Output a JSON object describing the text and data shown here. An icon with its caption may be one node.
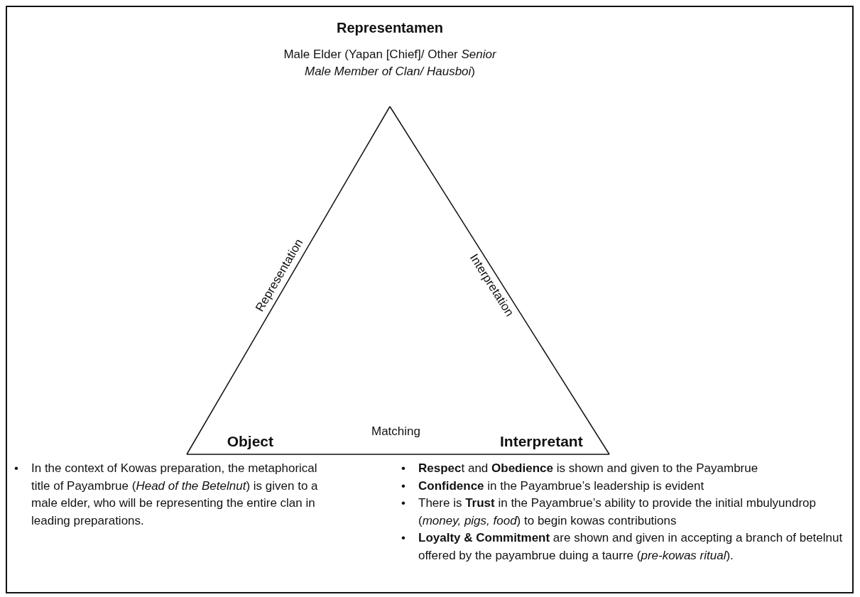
{
  "diagram": {
    "nodes": [
      {
        "text": [
          "Representamen",
          "Male Elder (Yapan [Chief]/ Other *Senior Male Member of Clan/ Hausboi*)"
        ]
      },
      {
        "text": [
          "Object"
        ],
        "beside": [
          "• In the context of Kowas preparation, the metaphorical title of Payambrue (*Head of the Betelnut*) is given to a male elder, who will be representing the entire clan in leading preparations."
        ]
      },
      {
        "text": [
          "Interpretant"
        ],
        "beside": [
          "• **Respec**t and **Obedience** is shown and given to the Payambrue",
          "• **Confidence** in the Payambrue’s leadership is evident",
          "• There is **Trust** in the Payambrue’s ability to provide the initial mbulyundrop (*money, pigs, food*) to begin kowas contributions",
          "• **Loyalty & Commitment** are shown and given in accepting a branch of betelnut offered by the payambrue duing a taurre (*pre-kowas ritual*)."
        ]
      }
    ],
    "edges": [
      {
        "from": 0,
        "to": 1,
        "arrow": "none",
        "label": "Representation"
      },
      {
        "from": 0,
        "to": 2,
        "arrow": "none",
        "label": "Interpretation"
      },
      {
        "from": 1,
        "to": 2,
        "arrow": "none",
        "label": "Matching"
      }
    ]
  }
}
